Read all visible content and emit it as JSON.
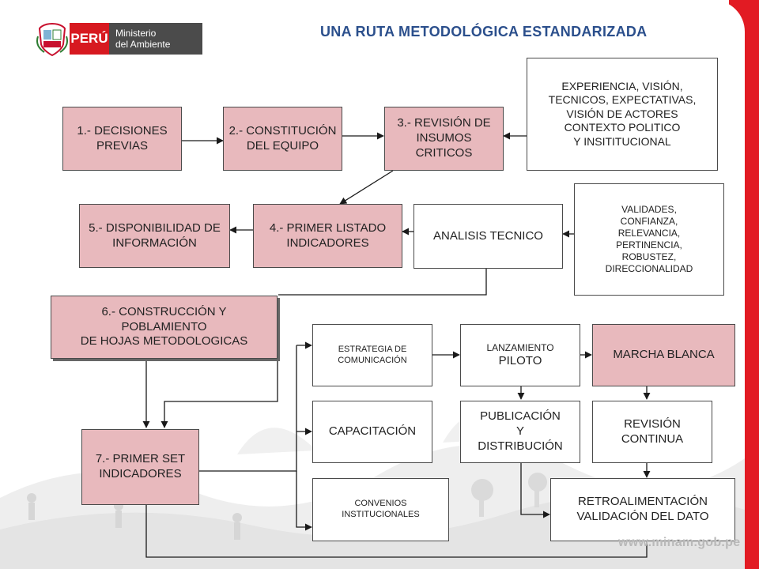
{
  "header": {
    "title": "UNA RUTA METODOLÓGICA ESTANDARIZADA",
    "logo_country": "PERÚ",
    "logo_ministry_line1": "Ministerio",
    "logo_ministry_line2": "del Ambiente"
  },
  "boxes": {
    "decisiones": "1.- DECISIONES\nPREVIAS",
    "constitucion": "2.- CONSTITUCIÓN\nDEL EQUIPO",
    "revision": "3.- REVISIÓN DE\nINSUMOS\nCRITICOS",
    "experiencia": "EXPERIENCIA, VISIÓN,\nTECNICOS, EXPECTATIVAS,\nVISIÓN DE ACTORES\nCONTEXTO POLITICO\nY INSITITUCIONAL",
    "disponibilidad": "5.- DISPONIBILIDAD DE\nINFORMACIÓN",
    "primer_listado": "4.- PRIMER LISTADO\nINDICADORES",
    "analisis": "ANALISIS TECNICO",
    "criterios": "VALIDADES,\nCONFIANZA,\nRELEVANCIA,\nPERTINENCIA,\nROBUSTEZ,\nDIRECCIONALIDAD",
    "construccion": "6.- CONSTRUCCIÓN Y\nPOBLAMIENTO\nDE  HOJAS METODOLOGICAS",
    "estrategia": "ESTRATEGIA DE\nCOMUNICACIÓN",
    "lanzamiento_line1": "LANZAMIENTO",
    "lanzamiento_line2": "PILOTO",
    "marcha": "MARCHA BLANCA",
    "capacitacion": "CAPACITACIÓN",
    "publicacion": "PUBLICACIÓN\nY\nDISTRIBUCIÓN",
    "revision_continua": "REVISIÓN\nCONTINUA",
    "primer_set": "7.- PRIMER SET\nINDICADORES",
    "convenios": "CONVENIOS\nINSTITUCIONALES",
    "retroalimentacion": "RETROALIMENTACIÓN\nVALIDACIÓN DEL DATO"
  },
  "footer": {
    "website": "www.minam.gob.pe"
  },
  "colors": {
    "accent_red": "#e21b23",
    "box_pink": "#e8b9bd",
    "title_blue": "#2b4f8c",
    "line": "#1a1a1a"
  }
}
